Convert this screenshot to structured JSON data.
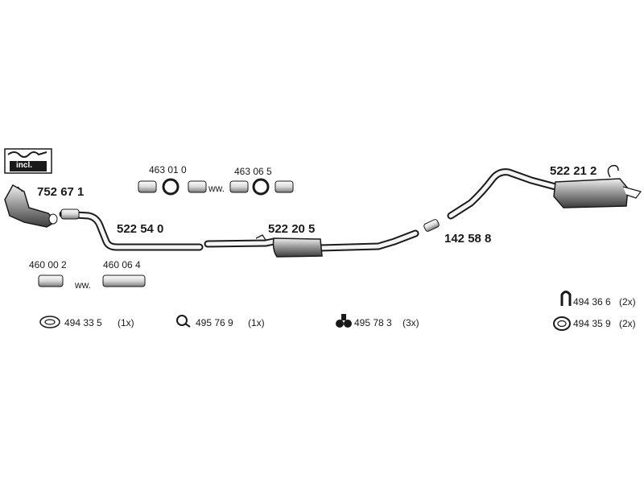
{
  "catalyst": {
    "incl_label": "incl.",
    "part": "752 67 1"
  },
  "front_pipe": {
    "part": "522 54 0"
  },
  "middle_silencer": {
    "part": "522 20 5"
  },
  "connector": {
    "part": "142 58 8"
  },
  "rear_silencer": {
    "part": "522 21 2"
  },
  "clamp_top": {
    "part_a": "463 01 0",
    "part_b": "463 06 5",
    "alt": "ww."
  },
  "clamp_bottom": {
    "part_a": "460 00 2",
    "part_b": "460 06 4",
    "alt": "ww."
  },
  "hardware": [
    {
      "part": "494 33 5",
      "qty": "(1x)",
      "icon": "ring-gasket-icon"
    },
    {
      "part": "495 76 9",
      "qty": "(1x)",
      "icon": "hanger-clip-icon"
    },
    {
      "part": "495 78 3",
      "qty": "(3x)",
      "icon": "rubber-mount-icon"
    },
    {
      "part": "494 36 6",
      "qty": "(2x)",
      "icon": "hook-hanger-icon"
    },
    {
      "part": "494 35 9",
      "qty": "(2x)",
      "icon": "oval-ring-icon"
    }
  ],
  "colors": {
    "line": "#1a1a1a",
    "fill_light": "#e8e8e8",
    "fill_dark": "#555555"
  }
}
